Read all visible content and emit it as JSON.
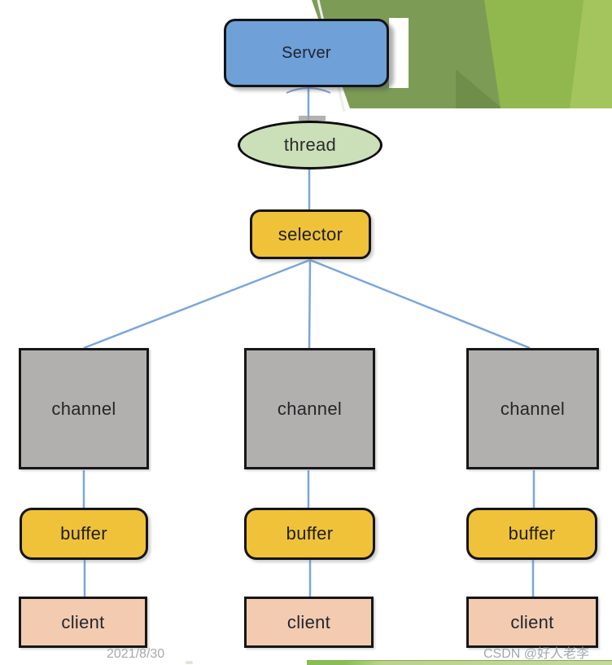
{
  "diagram": {
    "server_label": "Server",
    "thread_label": "thread",
    "selector_label": "selector",
    "columns": [
      {
        "channel_label": "channel",
        "buffer_label": "buffer",
        "client_label": "client"
      },
      {
        "channel_label": "channel",
        "buffer_label": "buffer",
        "client_label": "client"
      },
      {
        "channel_label": "channel",
        "buffer_label": "buffer",
        "client_label": "client"
      }
    ]
  },
  "footer": {
    "date": "2021/8/30",
    "watermark": "CSDN @好人老李"
  },
  "colors": {
    "server_fill": "#6fa0d8",
    "thread_fill": "#cbdfb8",
    "selector_fill": "#efc23a",
    "channel_fill": "#b1b0ae",
    "buffer_fill": "#efc23a",
    "client_fill": "#f3cbb1",
    "connector_blue": "#7aa6db",
    "banner_green_base": "#7c9c55",
    "banner_green_dark": "#6e8e4a",
    "banner_green_bright": "#90b84e",
    "banner_green_light": "#a4c55d",
    "bottom_bar_green": "#b7d38e",
    "watermark_gray": "#969ea5"
  }
}
